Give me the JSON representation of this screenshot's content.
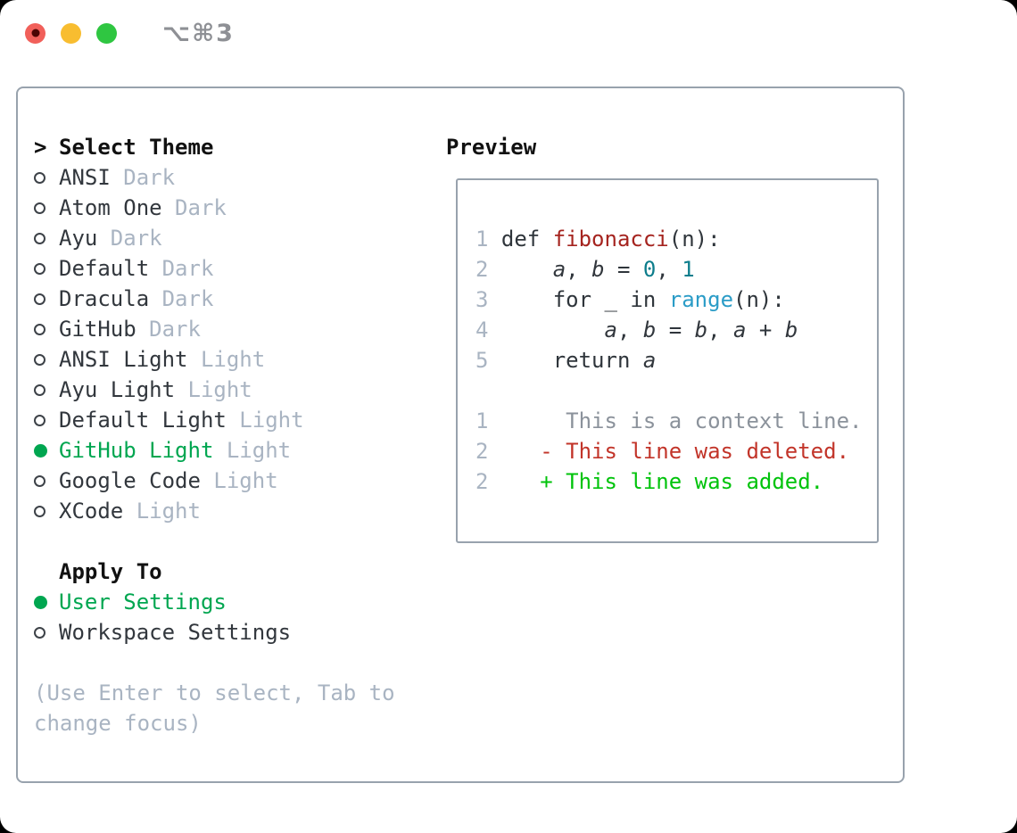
{
  "window": {
    "title": "⌥⌘3",
    "controls": {
      "close": "close",
      "minimize": "minimize",
      "zoom": "zoom"
    }
  },
  "colors": {
    "accent_green": "#00a650",
    "added_green": "#00c30b",
    "deleted_red": "#c23429",
    "function_red": "#a5241f",
    "literal_teal": "#0d7d8c",
    "call_blue": "#2b9cc7",
    "muted_gray": "#a9b4c2",
    "context_gray": "#8b929b",
    "text_dark": "#32373d",
    "border_gray": "#98a2ad",
    "traffic_red": "#f1605a",
    "traffic_yellow": "#f8bd30",
    "traffic_green": "#2fc641"
  },
  "theme_list": {
    "caret": ">",
    "header": "Select Theme",
    "items": [
      {
        "name": "ANSI",
        "tag": "Dark",
        "selected": false
      },
      {
        "name": "Atom One",
        "tag": "Dark",
        "selected": false
      },
      {
        "name": "Ayu",
        "tag": "Dark",
        "selected": false
      },
      {
        "name": "Default",
        "tag": "Dark",
        "selected": false
      },
      {
        "name": "Dracula",
        "tag": "Dark",
        "selected": false
      },
      {
        "name": "GitHub",
        "tag": "Dark",
        "selected": false
      },
      {
        "name": "ANSI Light",
        "tag": "Light",
        "selected": false
      },
      {
        "name": "Ayu Light",
        "tag": "Light",
        "selected": false
      },
      {
        "name": "Default Light",
        "tag": "Light",
        "selected": false
      },
      {
        "name": "GitHub Light",
        "tag": "Light",
        "selected": true
      },
      {
        "name": "Google Code",
        "tag": "Light",
        "selected": false
      },
      {
        "name": "XCode",
        "tag": "Light",
        "selected": false
      }
    ]
  },
  "apply_to": {
    "header": "Apply To",
    "options": [
      {
        "label": "User Settings",
        "selected": true
      },
      {
        "label": "Workspace Settings",
        "selected": false
      }
    ]
  },
  "hint": {
    "lines": [
      "(Use Enter to select, Tab to",
      "change focus)"
    ]
  },
  "preview": {
    "header": "Preview",
    "lines": [
      [
        [
          "num",
          "1 "
        ],
        [
          "kw",
          "def "
        ],
        [
          "fn",
          "fibonacci"
        ],
        [
          "plain",
          "(n):"
        ]
      ],
      [
        [
          "num",
          "2 "
        ],
        [
          "plain",
          "    "
        ],
        [
          "id",
          "a"
        ],
        [
          "plain",
          ", "
        ],
        [
          "id",
          "b"
        ],
        [
          "plain",
          " = "
        ],
        [
          "lit",
          "0"
        ],
        [
          "plain",
          ", "
        ],
        [
          "lit",
          "1"
        ]
      ],
      [
        [
          "num",
          "3 "
        ],
        [
          "plain",
          "    "
        ],
        [
          "kw",
          "for "
        ],
        [
          "plain",
          "_ "
        ],
        [
          "kw",
          "in "
        ],
        [
          "call",
          "range"
        ],
        [
          "plain",
          "(n):"
        ]
      ],
      [
        [
          "num",
          "4 "
        ],
        [
          "plain",
          "        "
        ],
        [
          "id",
          "a"
        ],
        [
          "plain",
          ", "
        ],
        [
          "id",
          "b"
        ],
        [
          "plain",
          " = "
        ],
        [
          "id",
          "b"
        ],
        [
          "plain",
          ", "
        ],
        [
          "id",
          "a"
        ],
        [
          "plain",
          " + "
        ],
        [
          "id",
          "b"
        ]
      ],
      [
        [
          "num",
          "5 "
        ],
        [
          "plain",
          "    "
        ],
        [
          "kw",
          "return "
        ],
        [
          "id",
          "a"
        ]
      ],
      [],
      [
        [
          "num",
          "1"
        ],
        [
          "plain",
          "      "
        ],
        [
          "ctx",
          "This is a context line."
        ]
      ],
      [
        [
          "num",
          "2"
        ],
        [
          "plain",
          "    "
        ],
        [
          "del",
          "- This line was deleted."
        ]
      ],
      [
        [
          "num",
          "2"
        ],
        [
          "plain",
          "    "
        ],
        [
          "add",
          "+ This line was added."
        ]
      ]
    ]
  }
}
